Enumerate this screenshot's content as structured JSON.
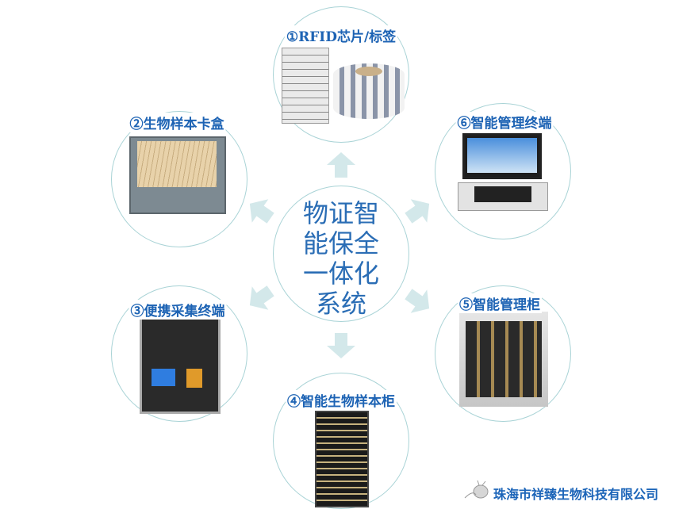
{
  "center": {
    "lines": [
      "物证智",
      "能保全",
      "一体化",
      "系统"
    ]
  },
  "nodes": [
    {
      "label": "①RFID芯片/标签"
    },
    {
      "label": "②生物样本卡盒"
    },
    {
      "label": "③便携采集终端"
    },
    {
      "label": "④智能生物样本柜"
    },
    {
      "label": "⑤智能管理柜"
    },
    {
      "label": "⑥智能管理终端"
    }
  ],
  "company": {
    "name": "珠海市祥臻生物科技有限公司"
  },
  "colors": {
    "label": "#1d63b4",
    "circle_border": "#a9d3d6",
    "arrow": "#d3e8ea"
  }
}
